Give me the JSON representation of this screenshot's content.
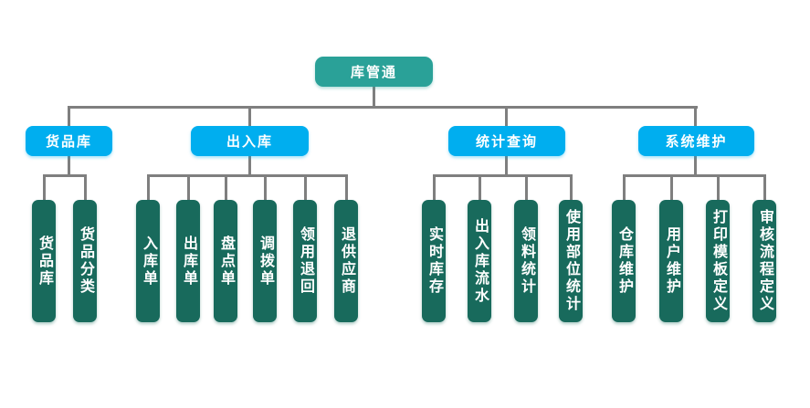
{
  "diagram": {
    "type": "org-chart-tree",
    "title": "库管通"
  },
  "colors": {
    "root_node": "#2aa198",
    "branch_node": "#00aeef",
    "leaf_node": "#186a5c",
    "connector_line": "#7f7f7f",
    "node_text": "#ffffff",
    "background": "#ffffff"
  },
  "tree": {
    "root": {
      "label": "库管通"
    },
    "groups": [
      {
        "label": "货品库",
        "children": [
          {
            "label": "货品库"
          },
          {
            "label": "货品分类"
          }
        ]
      },
      {
        "label": "出入库",
        "children": [
          {
            "label": "入库单"
          },
          {
            "label": "出库单"
          },
          {
            "label": "盘点单"
          },
          {
            "label": "调拨单"
          },
          {
            "label": "领用退回"
          },
          {
            "label": "退供应商"
          }
        ]
      },
      {
        "label": "统计查询",
        "children": [
          {
            "label": "实时库存"
          },
          {
            "label": "出入库流水"
          },
          {
            "label": "领料统计"
          },
          {
            "label": "使用部位统计"
          }
        ]
      },
      {
        "label": "系统维护",
        "children": [
          {
            "label": "仓库维护"
          },
          {
            "label": "用户维护"
          },
          {
            "label": "打印模板定义"
          },
          {
            "label": "审核流程定义"
          }
        ]
      }
    ]
  }
}
